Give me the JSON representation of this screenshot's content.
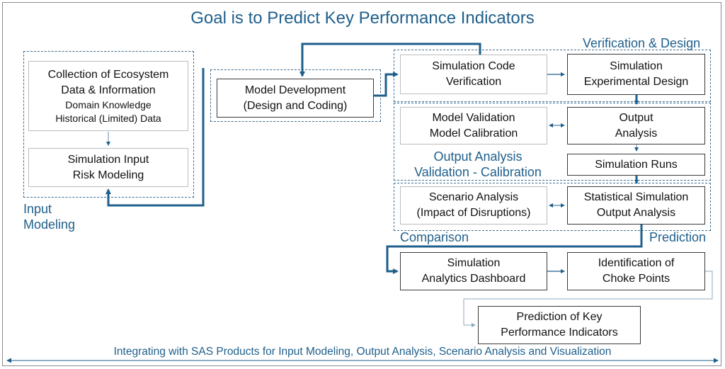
{
  "title": "Goal is to Predict Key Performance Indicators",
  "boxes": {
    "collection": {
      "line1": "Collection of Ecosystem",
      "line2": "Data & Information",
      "line3": "Domain Knowledge",
      "line4": "Historical (Limited) Data"
    },
    "sim_input": {
      "line1": "Simulation Input",
      "line2": "Risk Modeling"
    },
    "model_dev": {
      "line1": "Model Development",
      "line2": "(Design and Coding)"
    },
    "code_verif": {
      "line1": "Simulation Code",
      "line2": "Verification"
    },
    "exp_design": {
      "line1": "Simulation",
      "line2": "Experimental Design"
    },
    "validation": {
      "line1": "Model Validation",
      "line2": "Model Calibration"
    },
    "output_analysis": {
      "line1": "Output",
      "line2": "Analysis"
    },
    "sim_runs": {
      "line1": "Simulation Runs"
    },
    "scenario": {
      "line1": "Scenario Analysis",
      "line2": "(Impact of Disruptions)"
    },
    "stat_output": {
      "line1": "Statistical Simulation",
      "line2": "Output Analysis"
    },
    "dashboard": {
      "line1": "Simulation",
      "line2": "Analytics Dashboard"
    },
    "choke": {
      "line1": "Identification of",
      "line2": "Choke Points"
    },
    "kpi": {
      "line1": "Prediction of  Key",
      "line2": "Performance Indicators"
    }
  },
  "labels": {
    "input_modeling_1": "Input",
    "input_modeling_2": "Modeling",
    "verification_design": "Verification & Design",
    "output_validation_1": "Output Analysis",
    "output_validation_2": "Validation - Calibration",
    "comparison": "Comparison",
    "prediction": "Prediction"
  },
  "footer": "Integrating with SAS Products for Input Modeling, Output Analysis, Scenario Analysis and Visualization",
  "colors": {
    "accent": "#1f5f8b",
    "arrow": "#1f5f8b",
    "thin_arrow": "#8fa9bf"
  }
}
